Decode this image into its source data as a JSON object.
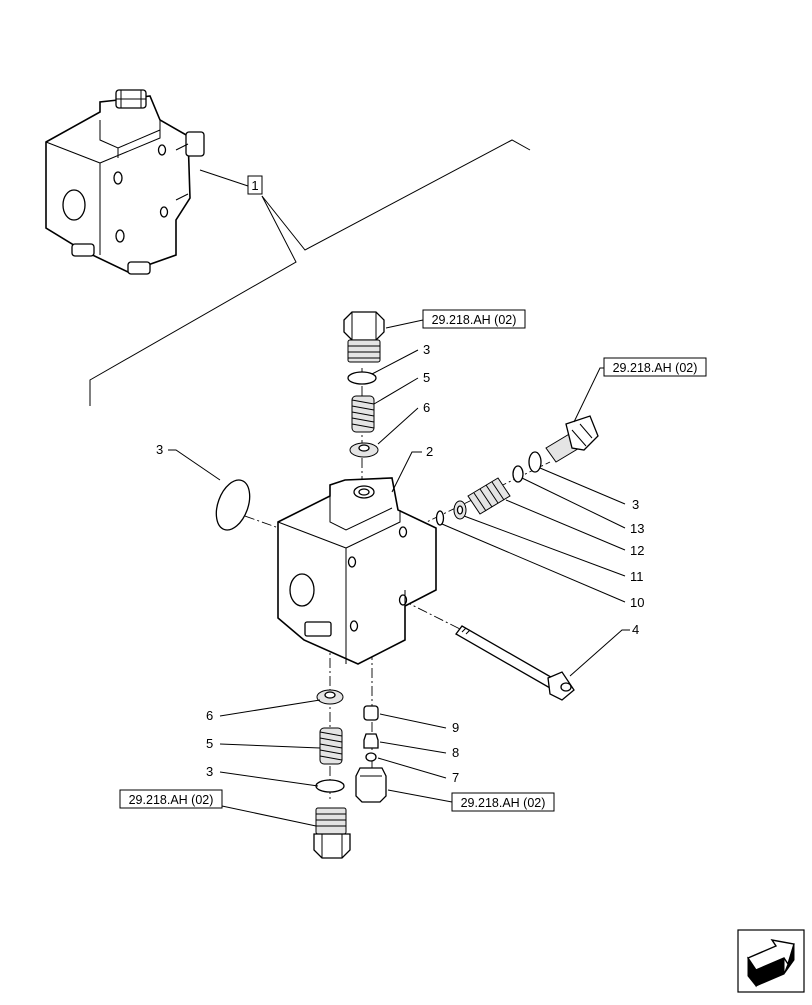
{
  "overview": {
    "index_label": "1"
  },
  "references": {
    "top_plug": "29.218.AH (02)",
    "right_plug": "29.218.AH (02)",
    "bottom_left_plug": "29.218.AH (02)",
    "bottom_right_plug": "29.218.AH (02)"
  },
  "callouts": {
    "body": "2",
    "oring_top": "3",
    "spring_top": "5",
    "washer_top": "6",
    "oring_left": "3",
    "oring_right": "3",
    "item_13": "13",
    "item_12": "12",
    "item_11": "11",
    "item_10": "10",
    "screw": "4",
    "item_9": "9",
    "item_8": "8",
    "item_7": "7",
    "washer_bottom": "6",
    "spring_bottom": "5",
    "oring_bottom": "3"
  },
  "nav": {
    "icon": "next-page-arrow-icon"
  }
}
